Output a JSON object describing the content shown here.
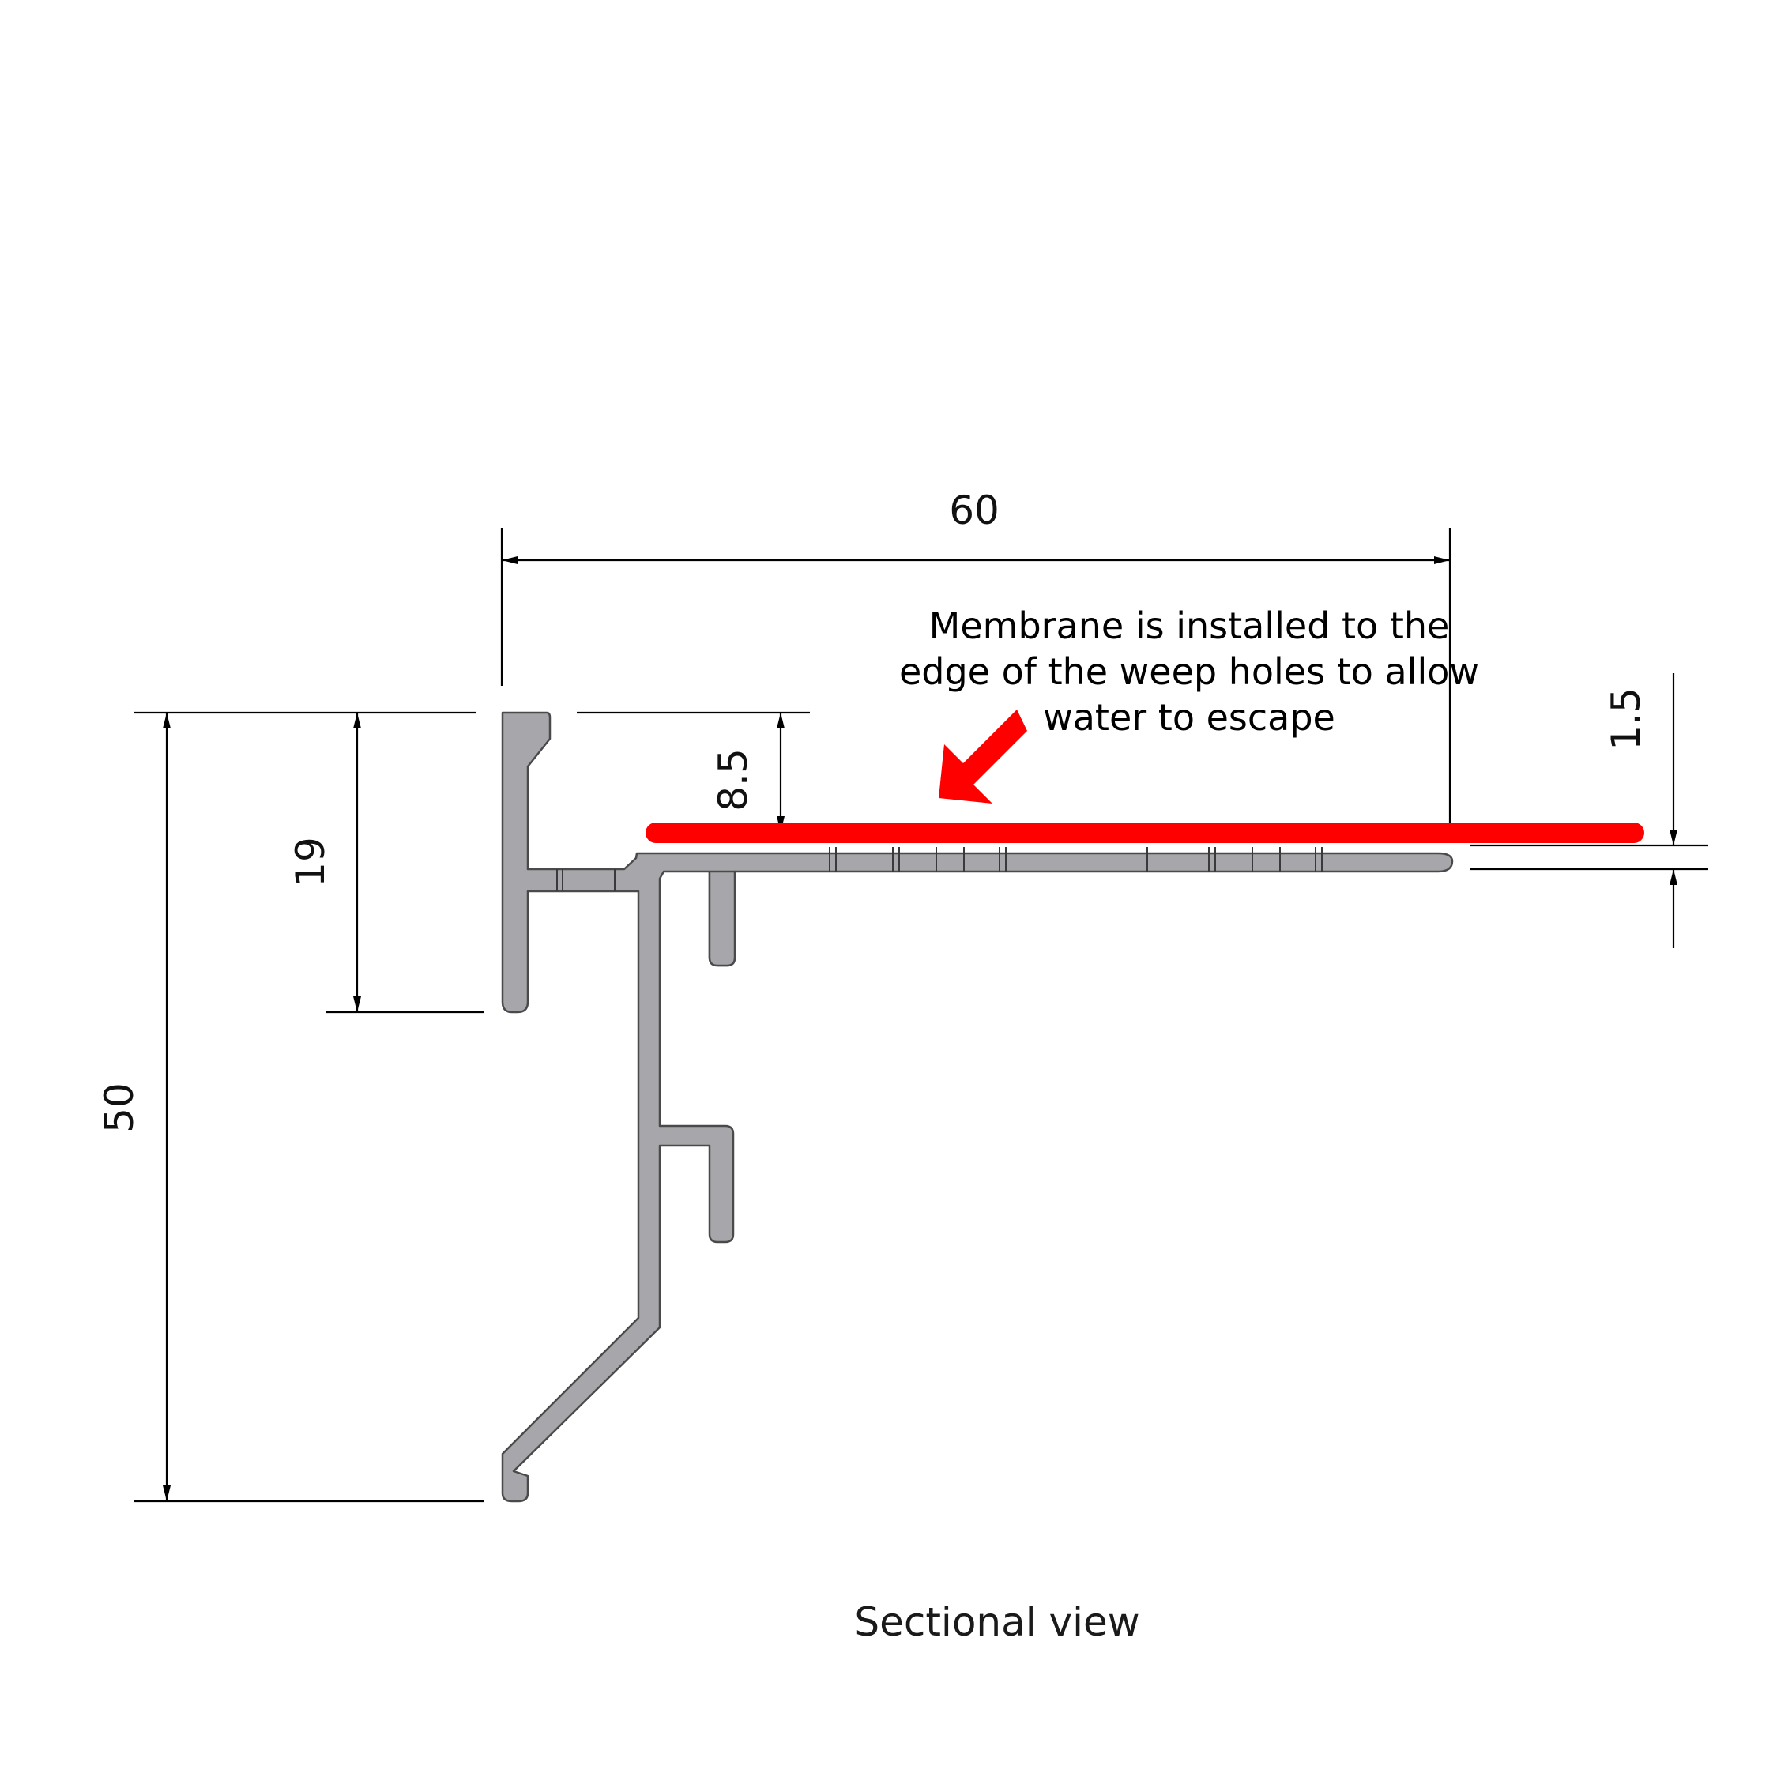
{
  "dimensions": {
    "width_top": "60",
    "height_total": "50",
    "height_upper": "19",
    "membrane_offset": "8.5",
    "lip_thickness": "1.5"
  },
  "annotation": {
    "lines": [
      "Membrane is installed to the",
      "edge of the weep holes to allow",
      "water to escape"
    ]
  },
  "caption": "Sectional view",
  "colors": {
    "membrane": "#ff0000",
    "arrow": "#ff0000",
    "profile_fill": "#a7a6ab"
  }
}
